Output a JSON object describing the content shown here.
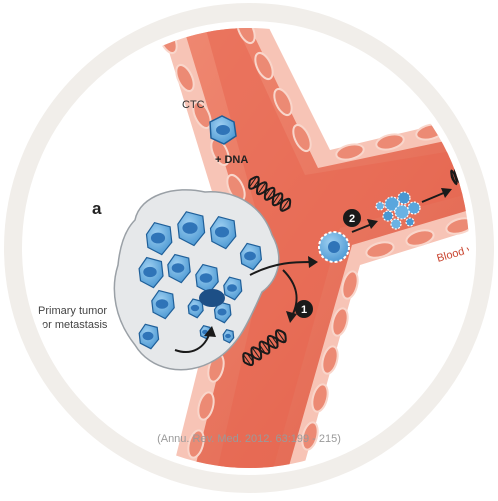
{
  "panel_letter": "a",
  "labels": {
    "ctc": "CTC",
    "dna": "+ DNA",
    "primary_tumor_line1": "Primary tumor",
    "primary_tumor_line2": "or metastasis",
    "blood_vessel": "Blood v",
    "step1": "1",
    "step2": "2"
  },
  "citation": "(Annu. Rev. Med. 2012. 63:199 - 215)",
  "colors": {
    "vessel": "#e8705a",
    "vessel_light": "#f29c86",
    "vessel_wall": "#f5b7a6",
    "wall_cell": "#ec8a74",
    "tumor_bg": "#e6e8ea",
    "tumor_cell": "#5aa6dd",
    "tumor_nucleus": "#2f74b8",
    "ring": "#f1eeea",
    "label_red": "#c9442f"
  }
}
